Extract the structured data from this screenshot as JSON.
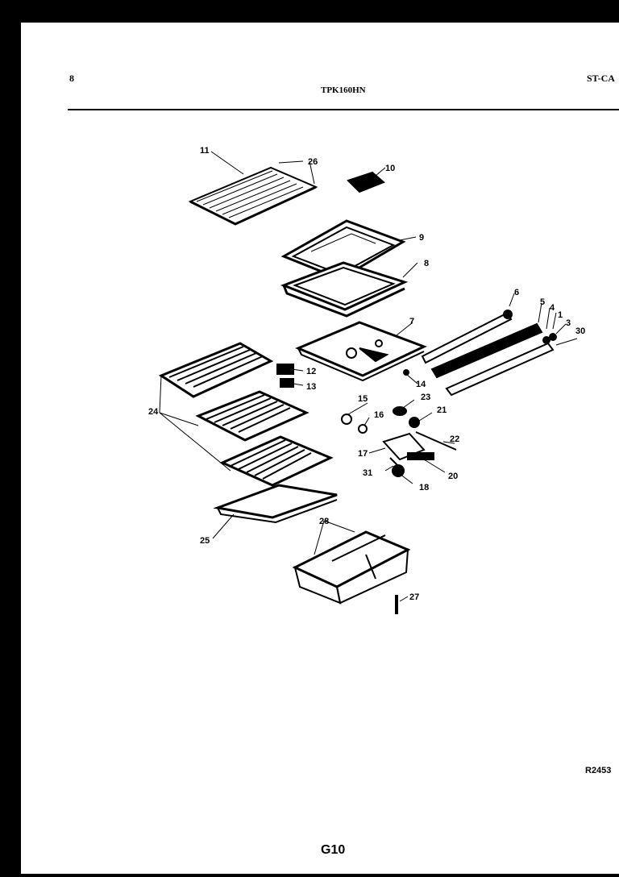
{
  "header": {
    "page_left": "8",
    "model": "TPK160HN",
    "section": "ST-CA"
  },
  "footer": {
    "page_code": "G10",
    "ref_code": "R2453"
  },
  "parts": {
    "p11": "11",
    "p26": "26",
    "p10": "10",
    "p9": "9",
    "p8": "8",
    "p6": "6",
    "p5": "5",
    "p4": "4",
    "p1": "1",
    "p3": "3",
    "p30": "30",
    "p7": "7",
    "p12": "12",
    "p13": "13",
    "p14": "14",
    "p15": "15",
    "p16": "16",
    "p23": "23",
    "p21": "21",
    "p22": "22",
    "p17": "17",
    "p31": "31",
    "p18": "18",
    "p20": "20",
    "p24": "24",
    "p25": "25",
    "p28": "28",
    "p27": "27"
  }
}
